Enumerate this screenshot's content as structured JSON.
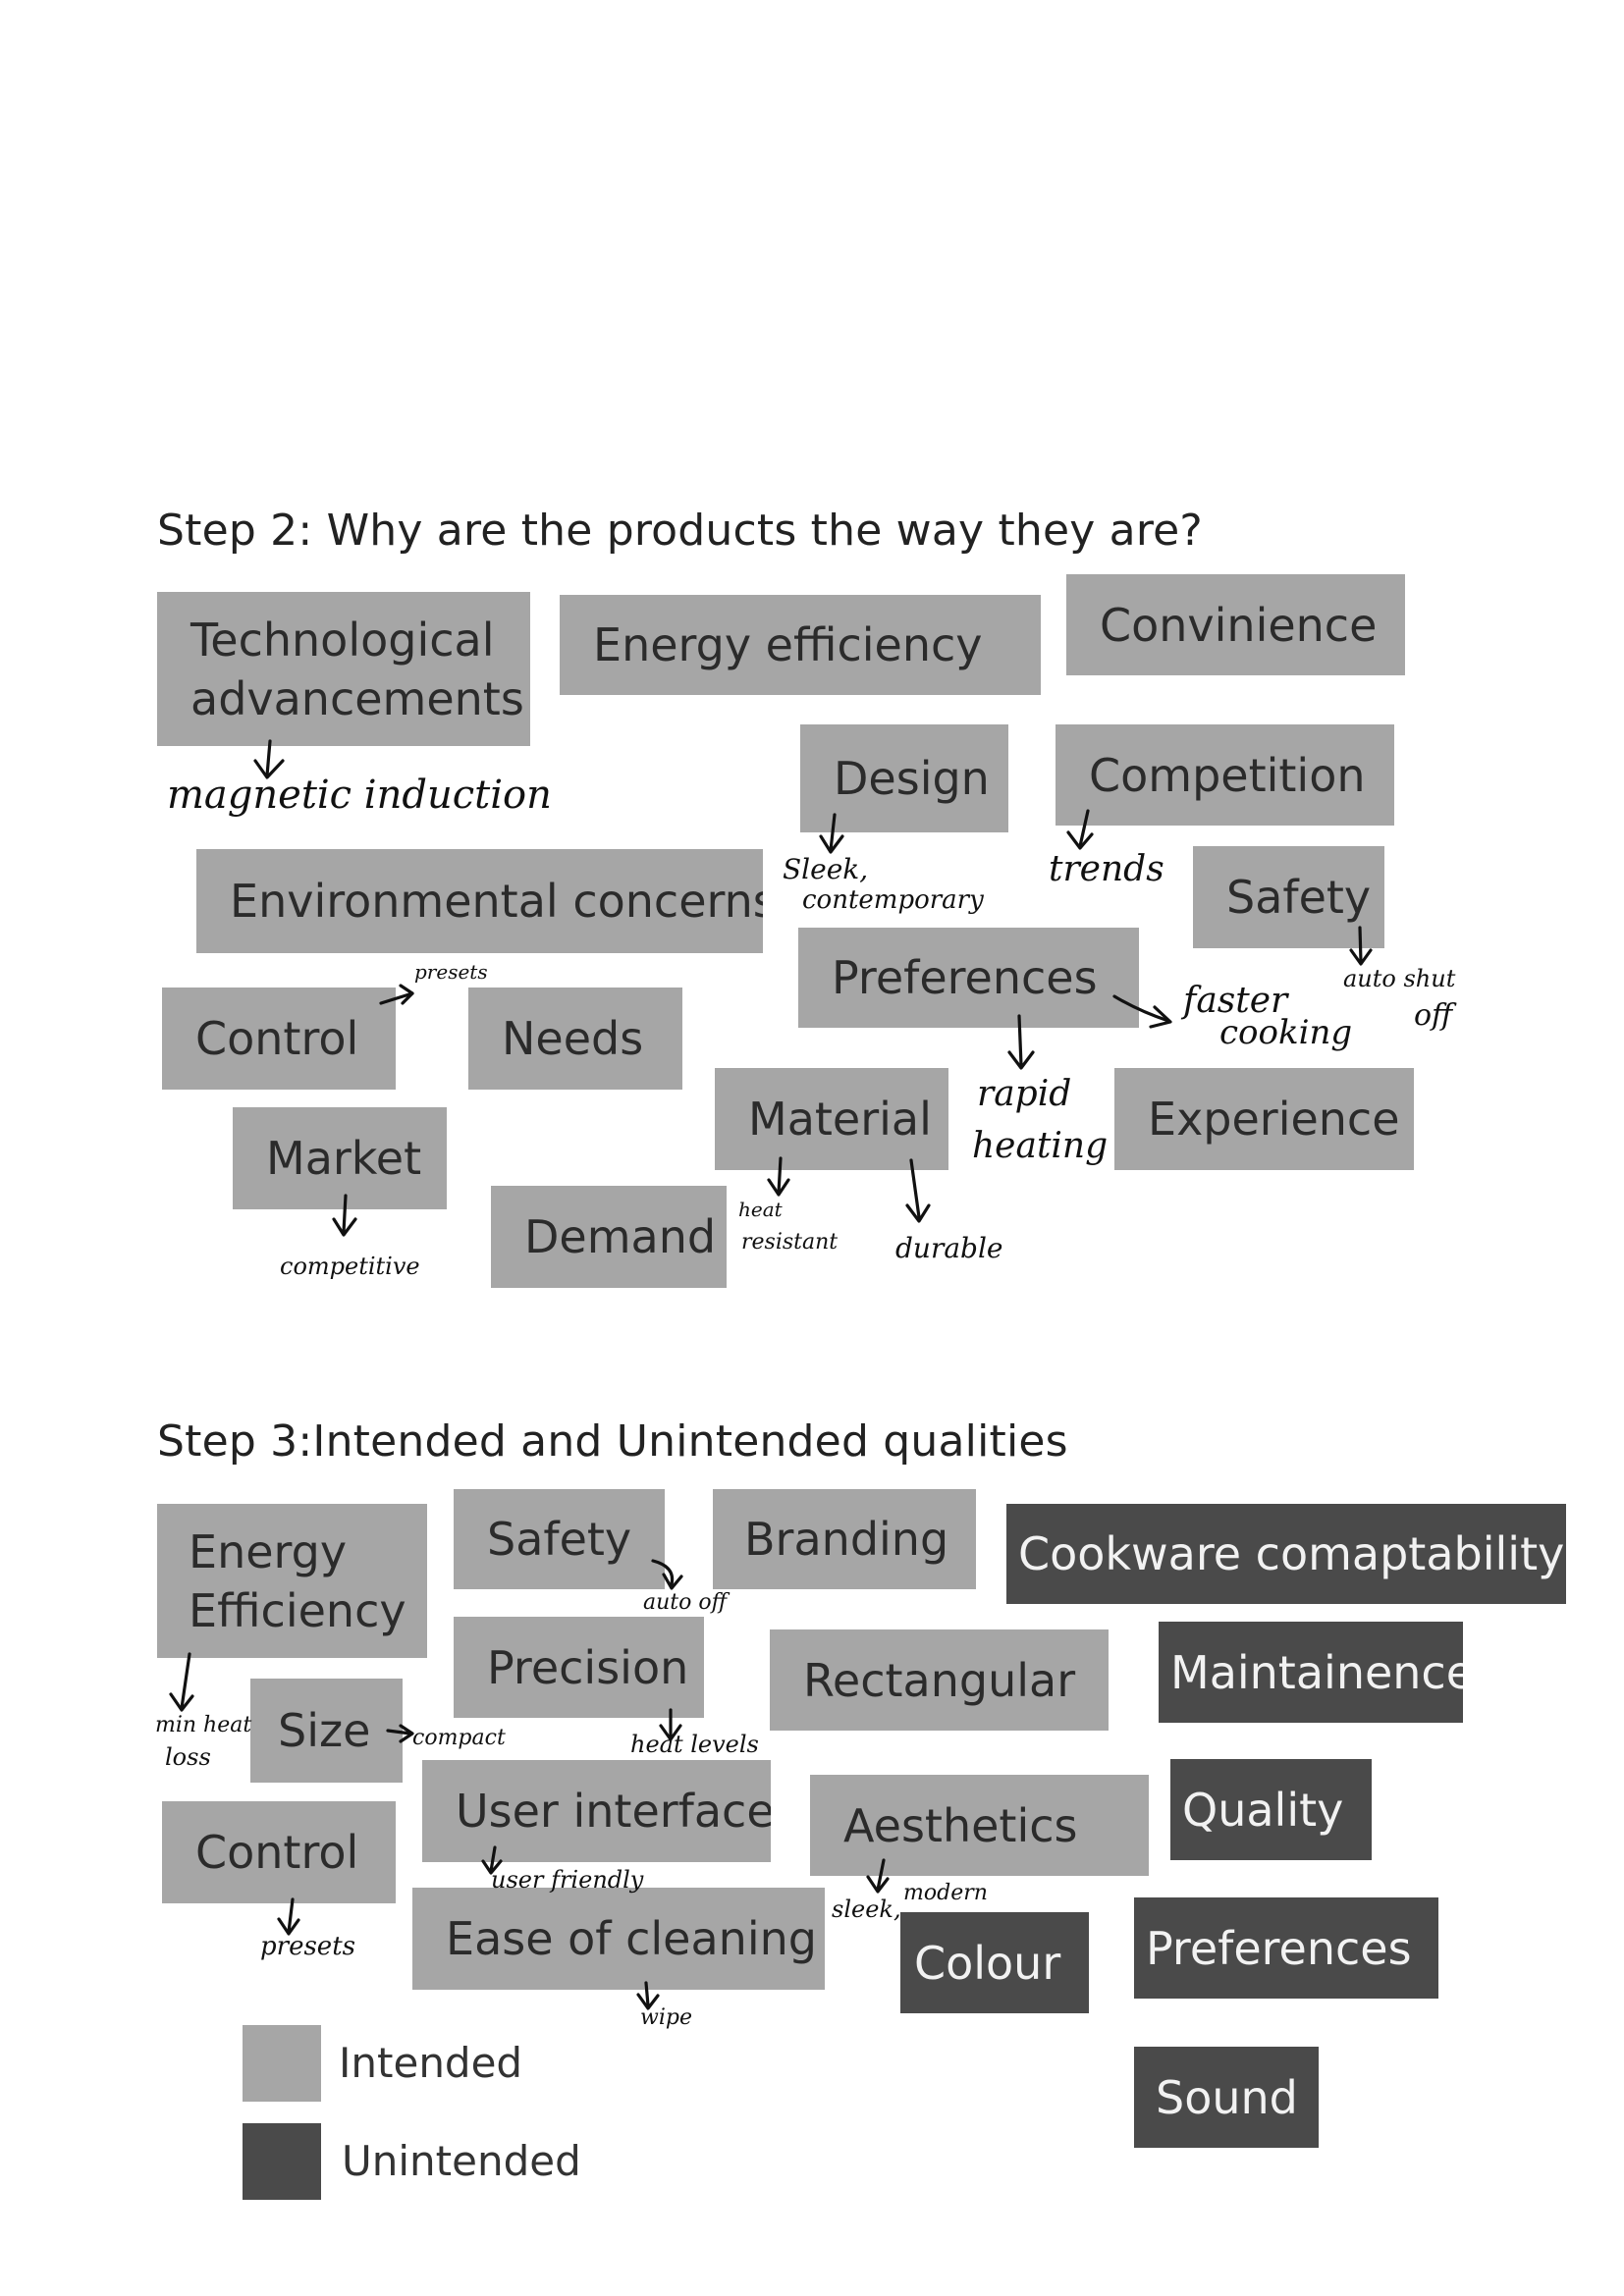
{
  "step2": {
    "heading": "Step 2: Why are the products the way they are?",
    "boxes": {
      "technological": "Technological advancements",
      "energy_efficiency": "Energy efficiency",
      "convinience": "Convinience",
      "design": "Design",
      "competition": "Competition",
      "environmental": "Environmental concerns",
      "safety": "Safety",
      "preferences": "Preferences",
      "control": "Control",
      "needs": "Needs",
      "material": "Material",
      "experience": "Experience",
      "market": "Market",
      "demand": "Demand"
    },
    "notes": {
      "magnetic_induction": "magnetic induction",
      "sleek_contemporary_1": "Sleek,",
      "sleek_contemporary_2": "contemporary",
      "trends": "trends",
      "presets": "presets",
      "auto_shut_off_1": "auto shut",
      "auto_shut_off_2": "off",
      "faster_cooking_1": "faster",
      "faster_cooking_2": "cooking",
      "rapid_heating_1": "rapid",
      "rapid_heating_2": "heating",
      "heat_resistant_1": "heat",
      "heat_resistant_2": "resistant",
      "durable": "durable",
      "competitive": "competitive"
    }
  },
  "step3": {
    "heading": "Step 3:Intended and Unintended qualities",
    "boxes": {
      "energy_efficiency": "Energy Efficiency",
      "safety": "Safety",
      "branding": "Branding",
      "cookware": "Cookware  comaptability",
      "precision": "Precision",
      "rectangular": "Rectangular",
      "maintainence": "Maintainence",
      "size": "Size",
      "user_interface": "User interface",
      "aesthetics": "Aesthetics",
      "quality": "Quality",
      "control": "Control",
      "ease_of_cleaning": "Ease of cleaning",
      "colour": "Colour",
      "preferences": "Preferences",
      "sound": "Sound"
    },
    "notes": {
      "auto_off": "auto off",
      "min_heat_loss_1": "min heat",
      "min_heat_loss_2": "loss",
      "compact": "compact",
      "heat_levels": "heat levels",
      "user_friendly": "user friendly",
      "sleek_modern_1": "sleek,",
      "sleek_modern_2": "modern",
      "presets": "presets",
      "wipe": "wipe"
    }
  },
  "legend": {
    "intended": "Intended",
    "unintended": "Unintended",
    "intended_color": "#a6a6a6",
    "unintended_color": "#4a4a4a"
  }
}
